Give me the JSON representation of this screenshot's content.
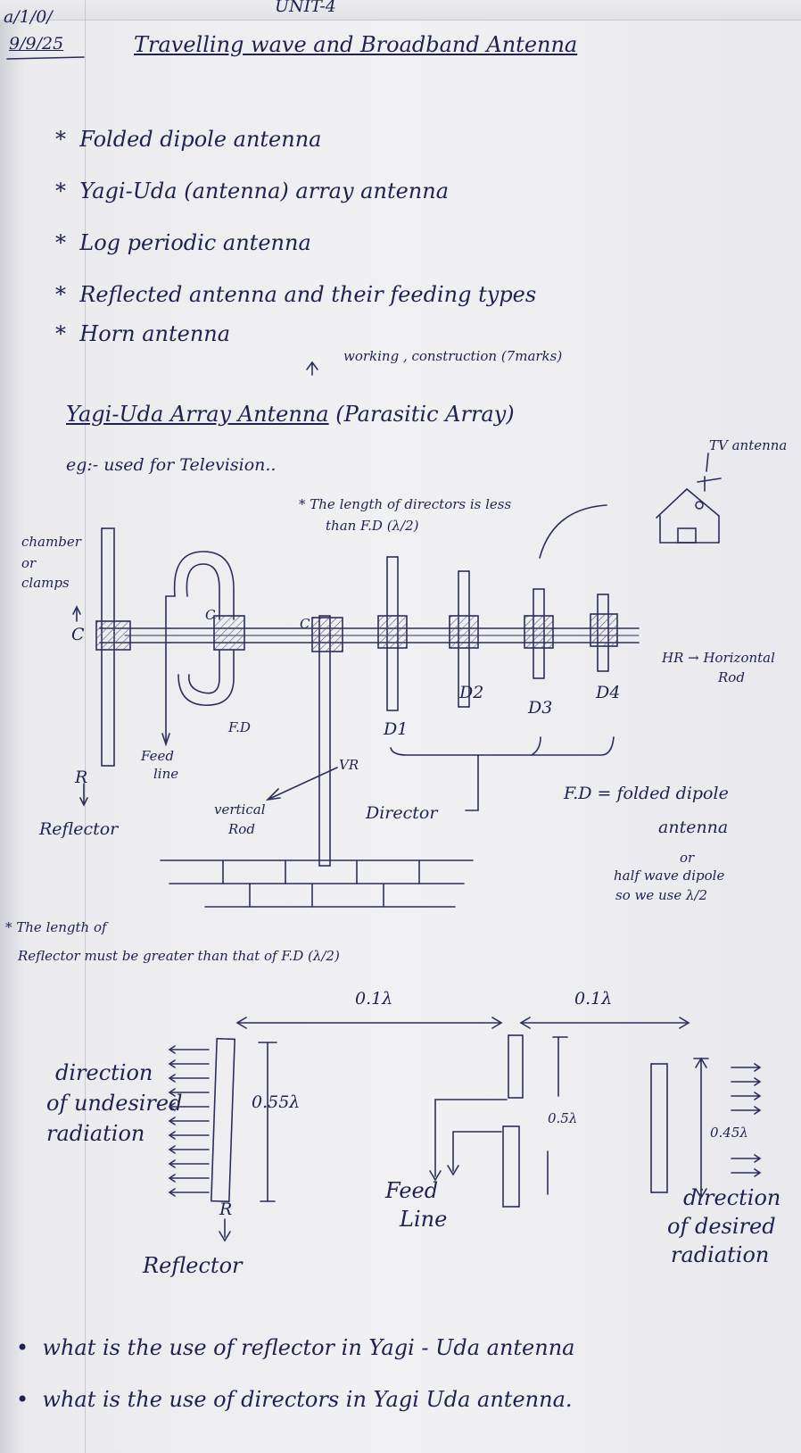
{
  "header": {
    "date_top": "a/1/0/",
    "date": "9/9/25",
    "unit": "UNIT-4",
    "title": "Travelling wave and Broadband Antenna"
  },
  "topics": [
    "Folded dipole antenna",
    "Yagi-Uda (antenna) array antenna",
    "Log periodic antenna",
    "Reflected antenna and their feeding types",
    "Horn antenna"
  ],
  "section": {
    "marks_note": "working , construction (7marks)",
    "heading": "Yagi-Uda Array Antenna",
    "heading_suffix": "(Parasitic Array)",
    "example": "eg:- used for Television..",
    "tv_antenna_label": "TV antenna"
  },
  "diagram1": {
    "director_note_1": "* The length of directors is less",
    "director_note_2": "than F.D (λ/2)",
    "chamber_label_1": "chamber",
    "chamber_label_2": "or",
    "chamber_label_3": "clamps",
    "c_labels": [
      "C",
      "C",
      "C"
    ],
    "director_labels": [
      "D1",
      "D2",
      "D3",
      "D4"
    ],
    "hr_label": "HR → Horizontal",
    "hr_label_2": "Rod",
    "fd_label": "F.D",
    "feed_line_1": "Feed",
    "feed_line_2": "line",
    "r_label": "R",
    "reflector_label": "Reflector",
    "vertical_rod_1": "vertical",
    "vertical_rod_2": "Rod",
    "vr_label": "VR",
    "director_label": "Director",
    "fd_def_1": "F.D = folded dipole",
    "fd_def_2": "antenna",
    "fd_def_3": "or",
    "fd_def_4": "half wave dipole",
    "fd_def_5": "so we use λ/2",
    "reflector_note_1": "* The length of",
    "reflector_note_2": "Reflector must be greater than that of F.D (λ/2)"
  },
  "diagram2": {
    "spacing_1": "0.1λ",
    "spacing_2": "0.1λ",
    "reflector_length": "0.55λ",
    "fd_length": "0.5λ",
    "director_length": "0.45λ",
    "undesired_1": "direction",
    "undesired_2": "of undesired",
    "undesired_3": "radiation",
    "desired_1": "direction",
    "desired_2": "of desired",
    "desired_3": "radiation",
    "feed_1": "Feed",
    "feed_2": "Line",
    "r_label": "R",
    "reflector_label": "Reflector"
  },
  "questions": [
    "what is the use of reflector in Yagi - Uda antenna",
    "what is the use of directors in Yagi Uda antenna."
  ],
  "colors": {
    "ink": "#1d2250",
    "paper": "#f1f1f3",
    "hatch": "#555a7a"
  }
}
